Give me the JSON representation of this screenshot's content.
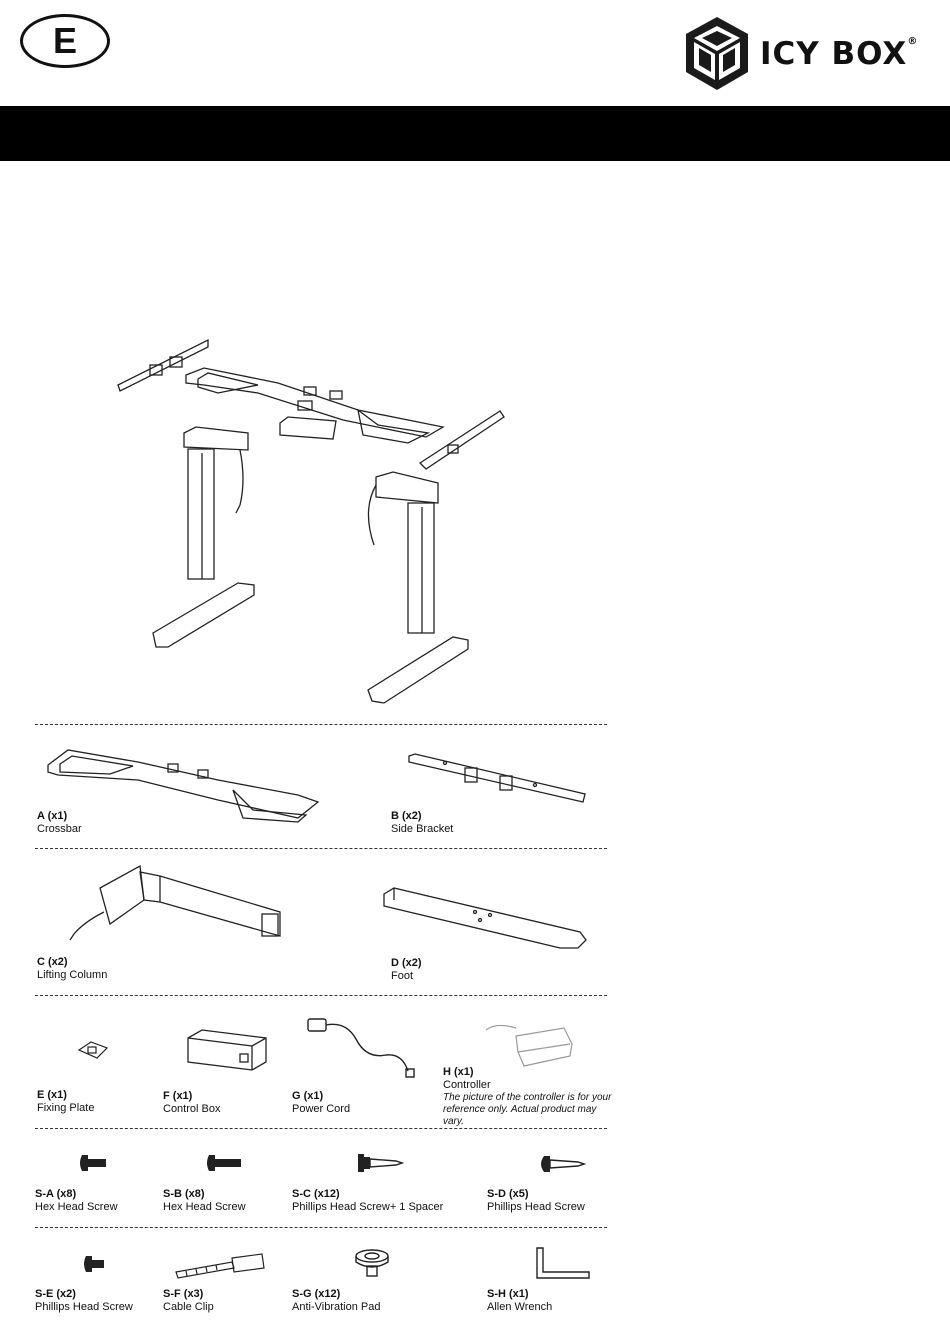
{
  "header": {
    "language_badge": "E",
    "brand": "ICY BOX",
    "brand_mark": "®"
  },
  "parts": [
    {
      "code": "A (x1)",
      "name": "Crossbar"
    },
    {
      "code": "B (x2)",
      "name": "Side Bracket"
    },
    {
      "code": "C (x2)",
      "name": "Lifting Column"
    },
    {
      "code": "D (x2)",
      "name": "Foot"
    },
    {
      "code": "E (x1)",
      "name": "Fixing Plate"
    },
    {
      "code": "F (x1)",
      "name": "Control Box"
    },
    {
      "code": "G (x1)",
      "name": "Power Cord"
    },
    {
      "code": "H (x1)",
      "name": "Controller",
      "note": "The picture of the controller is for your reference only. Actual product may vary."
    },
    {
      "code": "S-A (x8)",
      "name": "Hex Head Screw"
    },
    {
      "code": "S-B (x8)",
      "name": "Hex Head Screw"
    },
    {
      "code": "S-C (x12)",
      "name": "Phillips Head Screw+ 1 Spacer"
    },
    {
      "code": "S-D (x5)",
      "name": "Phillips Head Screw"
    },
    {
      "code": "S-E (x2)",
      "name": "Phillips Head Screw"
    },
    {
      "code": "S-F (x3)",
      "name": "Cable Clip"
    },
    {
      "code": "S-G (x12)",
      "name": "Anti-Vibration Pad"
    },
    {
      "code": "S-H (x1)",
      "name": "Allen Wrench"
    }
  ]
}
